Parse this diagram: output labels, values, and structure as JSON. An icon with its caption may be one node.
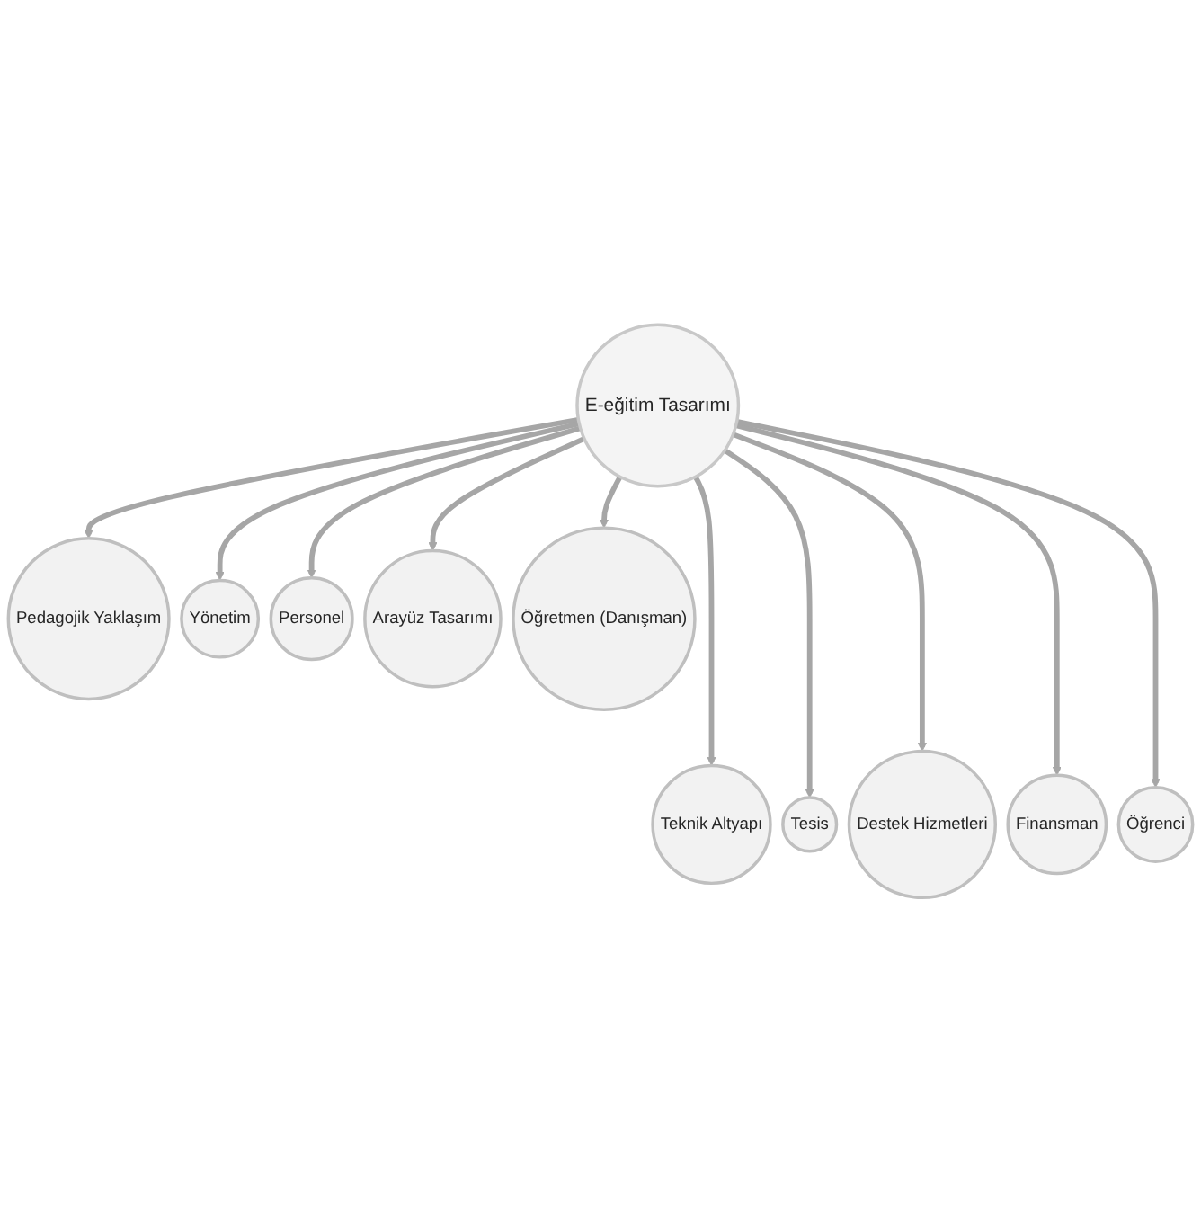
{
  "diagram": {
    "nodes": [
      {
        "text": [
          "E-eğitim Tasarımı"
        ]
      },
      {
        "text": [
          "Pedagojik Yaklaşım"
        ]
      },
      {
        "text": [
          "Teknik Altyapı"
        ]
      },
      {
        "text": [
          "Yönetim"
        ]
      },
      {
        "text": [
          "Tesis"
        ]
      },
      {
        "text": [
          "Personel"
        ]
      },
      {
        "text": [
          "Destek Hizmetleri"
        ]
      },
      {
        "text": [
          "Arayüz Tasarımı"
        ]
      },
      {
        "text": [
          "Finansman"
        ]
      },
      {
        "text": [
          "Öğretmen (Danışman)"
        ]
      },
      {
        "text": [
          "Öğrenci"
        ]
      }
    ],
    "edges": [
      {
        "from": 0,
        "to": 1,
        "arrow": "to"
      },
      {
        "from": 0,
        "to": 2,
        "arrow": "to"
      },
      {
        "from": 0,
        "to": 3,
        "arrow": "to"
      },
      {
        "from": 0,
        "to": 4,
        "arrow": "to"
      },
      {
        "from": 0,
        "to": 5,
        "arrow": "to"
      },
      {
        "from": 0,
        "to": 6,
        "arrow": "to"
      },
      {
        "from": 0,
        "to": 7,
        "arrow": "to"
      },
      {
        "from": 0,
        "to": 8,
        "arrow": "to"
      },
      {
        "from": 0,
        "to": 9,
        "arrow": "to"
      },
      {
        "from": 0,
        "to": 10,
        "arrow": "to"
      }
    ]
  }
}
